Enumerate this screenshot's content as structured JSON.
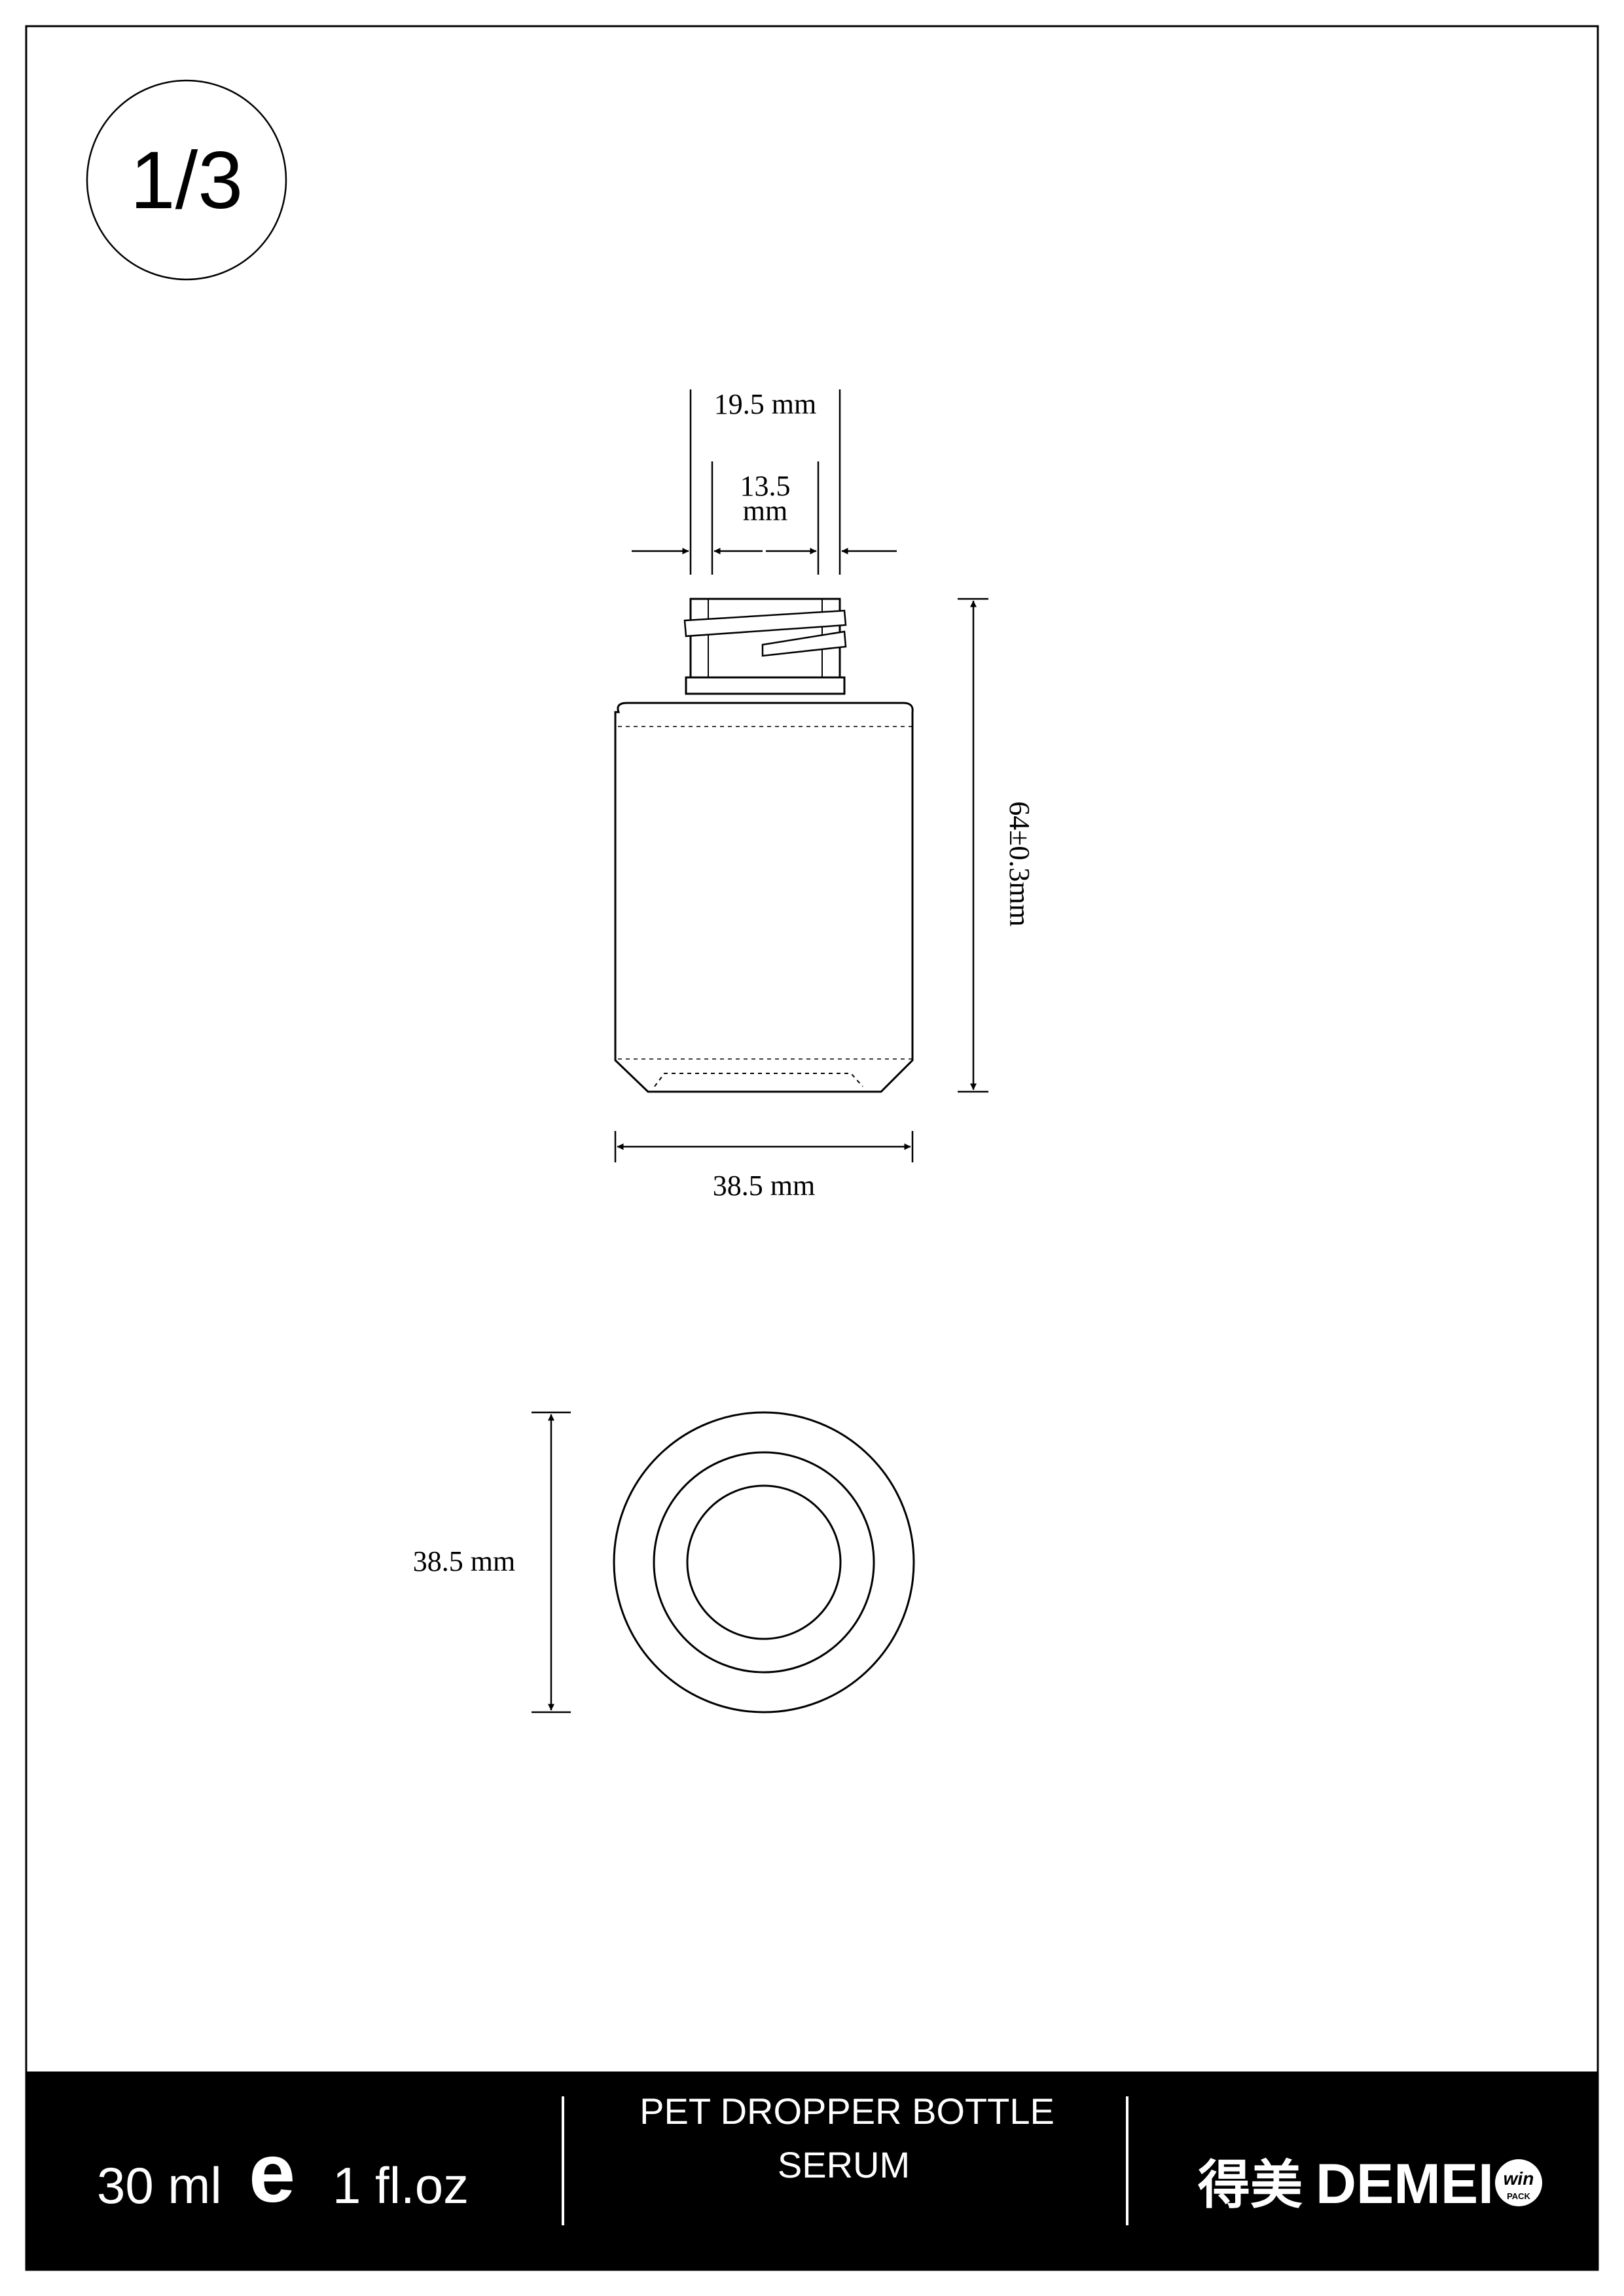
{
  "page_indicator": "1/3",
  "dimensions": {
    "neck_outer": "19.5 mm",
    "neck_inner_value": "13.5",
    "neck_inner_unit": "mm",
    "height": "64±0.3mm",
    "body_width": "38.5 mm",
    "base_diameter": "38.5 mm"
  },
  "footer": {
    "volume_ml": "30 ml",
    "estimated_sign": "e",
    "volume_floz": "1 fl.oz",
    "product_line1": "PET DROPPER BOTTLE",
    "product_line2": "SERUM",
    "brand_chinese": "得美",
    "brand_latin": "DEMEI",
    "badge_top": "win",
    "badge_bottom": "PACK"
  },
  "colors": {
    "ink": "#000000",
    "paper": "#ffffff",
    "footer_bg": "#000000",
    "footer_text": "#ffffff"
  }
}
